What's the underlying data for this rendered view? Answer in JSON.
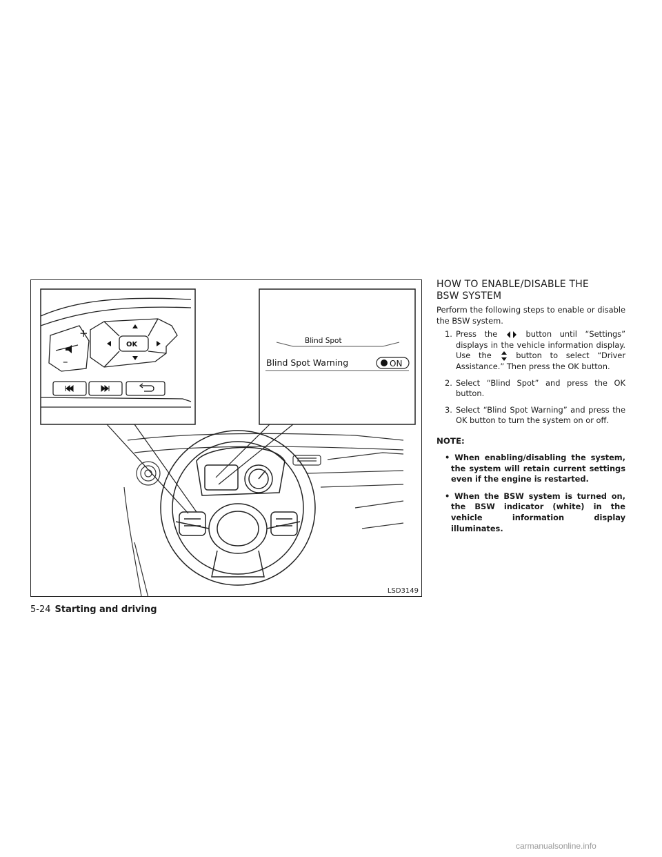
{
  "figure": {
    "code": "LSD3149",
    "display": {
      "header": "Blind Spot",
      "item_label": "Blind Spot Warning",
      "toggle_label": "ON"
    },
    "ok_label": "OK"
  },
  "section": {
    "heading_line1": "HOW TO ENABLE/DISABLE THE",
    "heading_line2": "BSW SYSTEM",
    "intro": "Perform the following steps to enable or disable the BSW system.",
    "steps": [
      {
        "number": "1.",
        "text_a": "Press the",
        "icon_a": "left-right-arrows-icon",
        "text_b": "button until “Settings” displays in the vehicle information display. Use the",
        "icon_b": "up-down-arrows-icon",
        "text_c": "button to select “Driver Assistance.” Then press the OK button."
      },
      {
        "number": "2.",
        "text": "Select “Blind Spot” and press the OK button."
      },
      {
        "number": "3.",
        "text": "Select “Blind Spot Warning” and press the OK button to turn the system on or off."
      }
    ],
    "note_title": "NOTE:",
    "notes": [
      "When enabling/disabling the system, the system will retain current settings even if the engine is restarted.",
      "When the BSW system is turned on, the BSW indicator (white) in the vehicle information display illuminates."
    ],
    "bullet_char": "•"
  },
  "footer": {
    "page_number": "5-24",
    "section_title": "Starting and driving"
  },
  "watermark": "carmanualsonline.info"
}
